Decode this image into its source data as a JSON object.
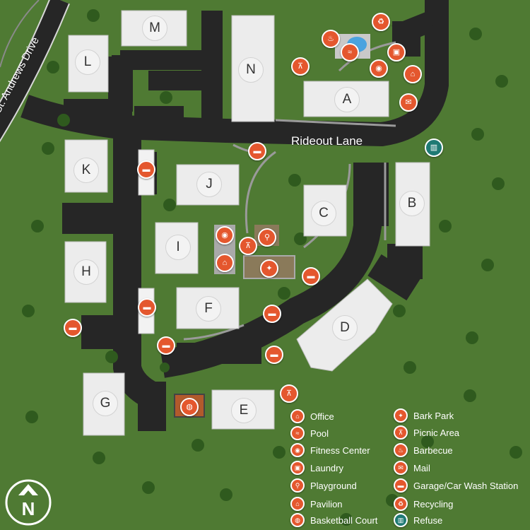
{
  "streets": {
    "rideout": "Rideout Lane",
    "st_andrews": "St. Andrews Drive"
  },
  "buildings": [
    "A",
    "B",
    "C",
    "D",
    "E",
    "F",
    "G",
    "H",
    "I",
    "J",
    "K",
    "L",
    "M",
    "N"
  ],
  "legend": [
    {
      "icon": "office-icon",
      "label": "Office"
    },
    {
      "icon": "pool-icon",
      "label": "Pool"
    },
    {
      "icon": "fitness-center-icon",
      "label": "Fitness Center"
    },
    {
      "icon": "laundry-icon",
      "label": "Laundry"
    },
    {
      "icon": "playground-icon",
      "label": "Playground"
    },
    {
      "icon": "pavilion-icon",
      "label": "Pavilion"
    },
    {
      "icon": "basketball-court-icon",
      "label": "Basketball Court"
    },
    {
      "icon": "bark-park-icon",
      "label": "Bark Park"
    },
    {
      "icon": "picnic-area-icon",
      "label": "Picnic Area"
    },
    {
      "icon": "barbecue-icon",
      "label": "Barbecue"
    },
    {
      "icon": "mail-icon",
      "label": "Mail"
    },
    {
      "icon": "garage-car-wash-icon",
      "label": "Garage/Car Wash Station"
    },
    {
      "icon": "recycling-icon",
      "label": "Recycling"
    },
    {
      "icon": "refuse-icon",
      "label": "Refuse"
    }
  ],
  "compass": {
    "label": "N"
  },
  "colors": {
    "grass": "#4f7a33",
    "road": "#262626",
    "marker": "#e4572e",
    "refuse": "#1f7a74",
    "roof": "#efefef"
  }
}
